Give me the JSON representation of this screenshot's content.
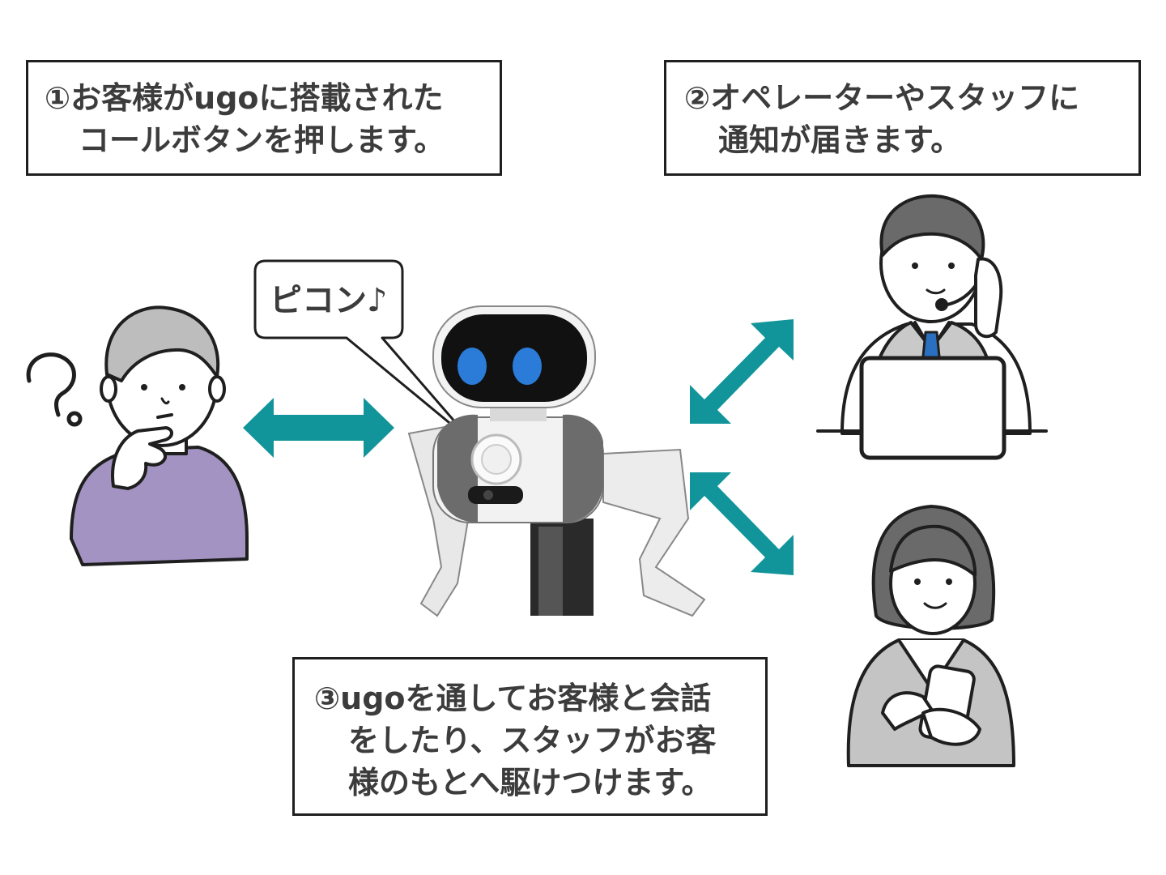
{
  "step1": {
    "line1": "①お客様がugoに搭載された",
    "line2": "コールボタンを押します。"
  },
  "step2": {
    "line1": "②オペレーターやスタッフに",
    "line2": "通知が届きます。"
  },
  "step3": {
    "line1": "③ugoを通してお客様と会話",
    "line2": "をしたり、スタッフがお客",
    "line3": "様のもとへ駆けつけます。"
  },
  "robot_bubble": "ピコン♪",
  "colors": {
    "arrow": "#12959a",
    "shirt_customer": "#a393c3",
    "hair_customer": "#bdbdbd",
    "hair_staff": "#6a6a6a",
    "tie": "#2b6fc0",
    "vest": "#c9c9c9"
  },
  "icons": [
    "question-mark-icon",
    "double-arrow-icon",
    "headset-icon",
    "laptop-icon",
    "smartphone-icon"
  ]
}
